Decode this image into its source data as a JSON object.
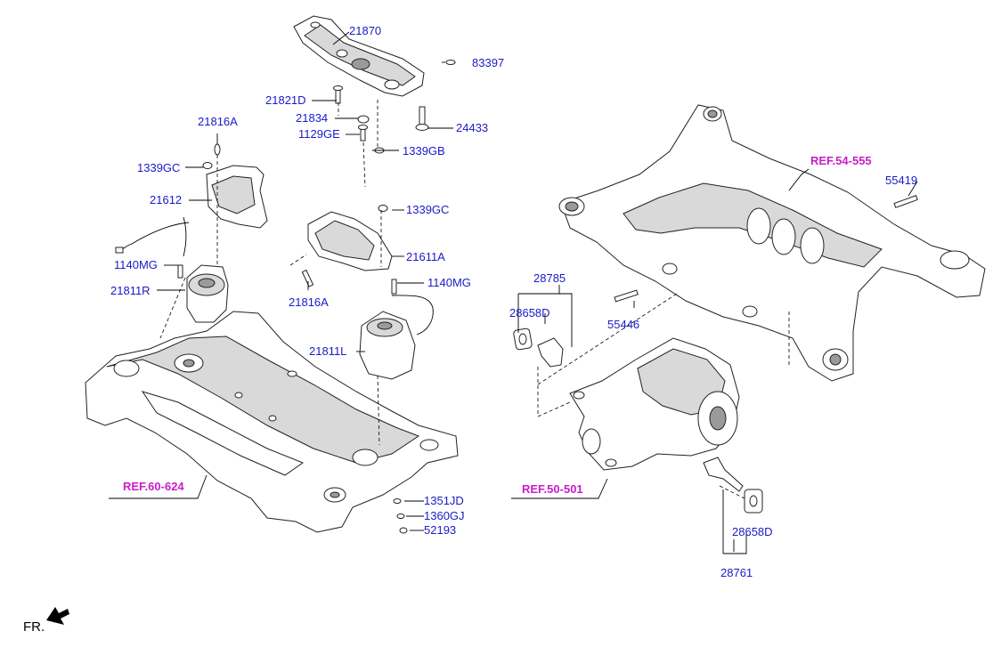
{
  "colors": {
    "part_number": "#1a1ac8",
    "reference": "#c81ec8",
    "text": "#000000"
  },
  "front_indicator": {
    "label": "FR.",
    "icon": "front-direction-arrow-icon"
  },
  "references": [
    {
      "id": "ref_54_555",
      "text": "REF.54-555"
    },
    {
      "id": "ref_60_624",
      "text": "REF.60-624"
    },
    {
      "id": "ref_50_501",
      "text": "REF.50-501"
    }
  ],
  "parts": [
    {
      "id": "p21870",
      "text": "21870"
    },
    {
      "id": "p83397",
      "text": "83397"
    },
    {
      "id": "p21821D",
      "text": "21821D"
    },
    {
      "id": "p21834",
      "text": "21834"
    },
    {
      "id": "p24433",
      "text": "24433"
    },
    {
      "id": "p1129GE",
      "text": "1129GE"
    },
    {
      "id": "p1339GB",
      "text": "1339GB"
    },
    {
      "id": "p21816A_top",
      "text": "21816A"
    },
    {
      "id": "p1339GC_left",
      "text": "1339GC"
    },
    {
      "id": "p21612",
      "text": "21612"
    },
    {
      "id": "p1339GC_mid",
      "text": "1339GC"
    },
    {
      "id": "p21611A",
      "text": "21611A"
    },
    {
      "id": "p1140MG_left",
      "text": "1140MG"
    },
    {
      "id": "p21811R",
      "text": "21811R"
    },
    {
      "id": "p21816A_mid",
      "text": "21816A"
    },
    {
      "id": "p1140MG_mid",
      "text": "1140MG"
    },
    {
      "id": "p21811L",
      "text": "21811L"
    },
    {
      "id": "p1351JD",
      "text": "1351JD"
    },
    {
      "id": "p1360GJ",
      "text": "1360GJ"
    },
    {
      "id": "p52193",
      "text": "52193"
    },
    {
      "id": "p55419",
      "text": "55419"
    },
    {
      "id": "p28785",
      "text": "28785"
    },
    {
      "id": "p28658D_top",
      "text": "28658D"
    },
    {
      "id": "p55446",
      "text": "55446"
    },
    {
      "id": "p28658D_bottom",
      "text": "28658D"
    },
    {
      "id": "p28761",
      "text": "28761"
    }
  ]
}
